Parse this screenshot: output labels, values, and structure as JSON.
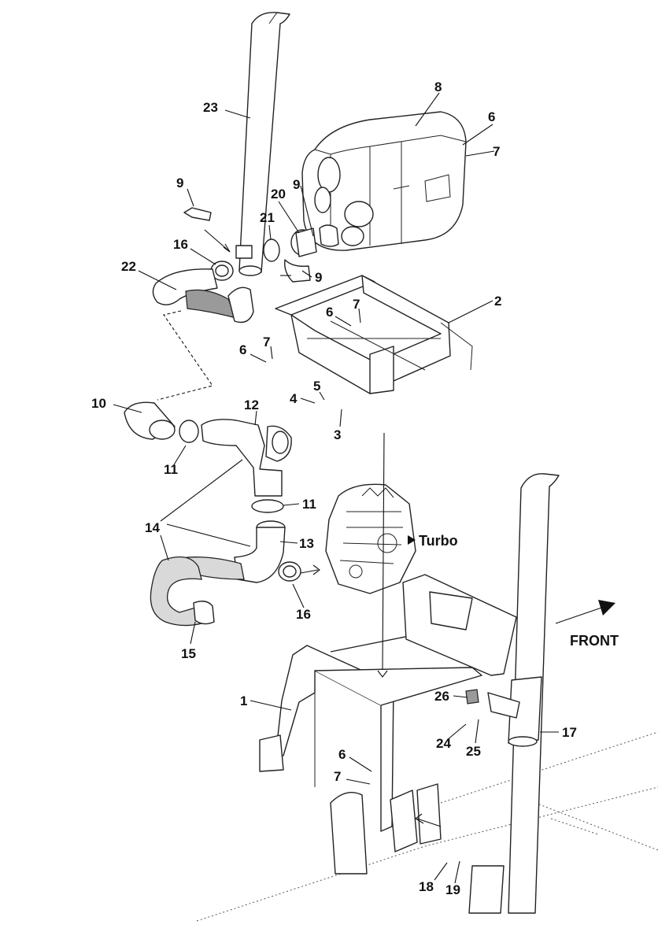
{
  "callouts": [
    {
      "id": "c1",
      "text": "1"
    },
    {
      "id": "c2",
      "text": "2"
    },
    {
      "id": "c3",
      "text": "3"
    },
    {
      "id": "c4",
      "text": "4"
    },
    {
      "id": "c5",
      "text": "5"
    },
    {
      "id": "c6a",
      "text": "6"
    },
    {
      "id": "c6b",
      "text": "6"
    },
    {
      "id": "c6c",
      "text": "6"
    },
    {
      "id": "c6d",
      "text": "6"
    },
    {
      "id": "c7a",
      "text": "7"
    },
    {
      "id": "c7b",
      "text": "7"
    },
    {
      "id": "c7c",
      "text": "7"
    },
    {
      "id": "c7d",
      "text": "7"
    },
    {
      "id": "c8",
      "text": "8"
    },
    {
      "id": "c9a",
      "text": "9"
    },
    {
      "id": "c9b",
      "text": "9"
    },
    {
      "id": "c9c",
      "text": "9"
    },
    {
      "id": "c10",
      "text": "10"
    },
    {
      "id": "c11a",
      "text": "11"
    },
    {
      "id": "c11b",
      "text": "11"
    },
    {
      "id": "c12",
      "text": "12"
    },
    {
      "id": "c13",
      "text": "13"
    },
    {
      "id": "c14",
      "text": "14"
    },
    {
      "id": "c15",
      "text": "15"
    },
    {
      "id": "c16a",
      "text": "16"
    },
    {
      "id": "c16b",
      "text": "16"
    },
    {
      "id": "c17",
      "text": "17"
    },
    {
      "id": "c18",
      "text": "18"
    },
    {
      "id": "c19",
      "text": "19"
    },
    {
      "id": "c20",
      "text": "20"
    },
    {
      "id": "c21",
      "text": "21"
    },
    {
      "id": "c22",
      "text": "22"
    },
    {
      "id": "c23",
      "text": "23"
    },
    {
      "id": "c24",
      "text": "24"
    },
    {
      "id": "c25",
      "text": "25"
    },
    {
      "id": "c26",
      "text": "26"
    }
  ],
  "labels": {
    "turbo": "Turbo",
    "front": "FRONT"
  }
}
